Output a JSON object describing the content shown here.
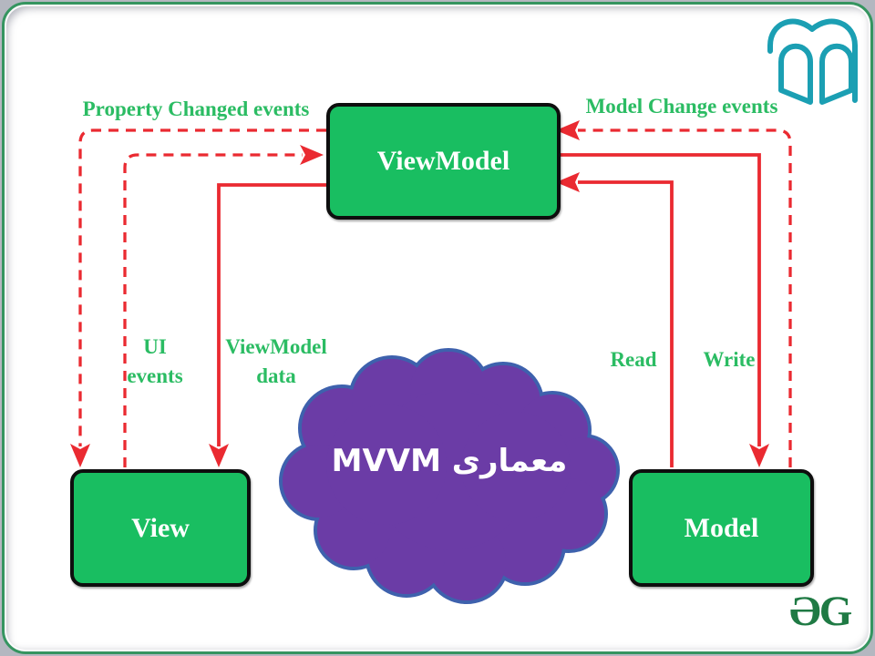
{
  "slide": {
    "description": "MVVM architecture diagram slide",
    "frame_border_color": "#359560",
    "background": "#ffffff"
  },
  "nodes": {
    "fill": "#19BE61",
    "viewmodel": {
      "label": "ViewModel"
    },
    "view": {
      "label": "View"
    },
    "model": {
      "label": "Model"
    }
  },
  "edges": {
    "arrow_color": "#EA2A31",
    "label_color": "#2BBC63",
    "property_changed": {
      "label": "Property Changed events",
      "style": "dashed",
      "from": "ViewModel",
      "to": "View"
    },
    "ui_events": {
      "label_line1": "UI",
      "label_line2": "events",
      "style": "dashed",
      "from": "View",
      "to": "ViewModel"
    },
    "model_change": {
      "label": "Model Change events",
      "style": "dashed",
      "from": "Model",
      "to": "ViewModel"
    },
    "viewmodel_data": {
      "label_line1": "ViewModel",
      "label_line2": "data",
      "style": "solid",
      "from": "ViewModel",
      "to": "View"
    },
    "read": {
      "label": "Read",
      "style": "solid",
      "from": "Model",
      "to": "ViewModel"
    },
    "write": {
      "label": "Write",
      "style": "solid",
      "from": "ViewModel",
      "to": "Model"
    }
  },
  "cloud": {
    "text": "معماری MVVM",
    "fill": "#6B3CA6",
    "outline": "#3E61AD"
  },
  "logos": {
    "book_icon_color": "#1B9FB3",
    "monogram_text": "ƏG",
    "monogram_color": "#1F7A44"
  }
}
